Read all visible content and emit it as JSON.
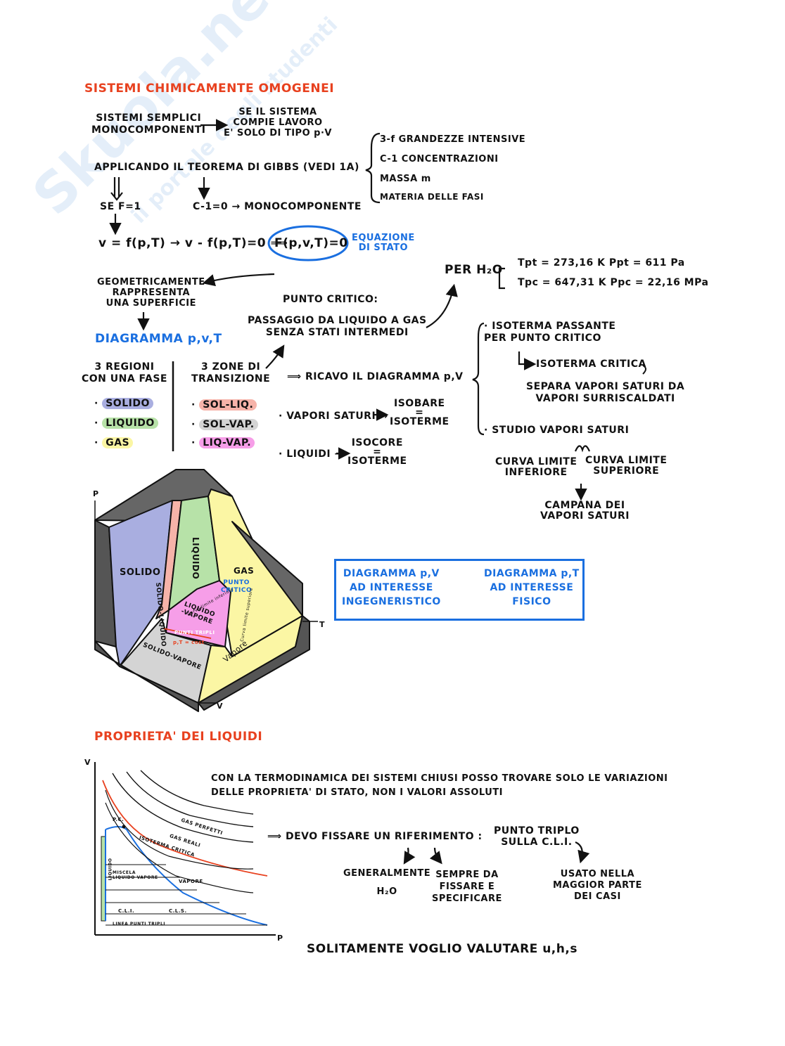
{
  "section1": {
    "title": "SISTEMI CHIMICAMENTE OMOGENEI",
    "sistemi_semplici": "SISTEMI SEMPLICI\nMONOCOMPONENTI",
    "se_sistema": "SE IL SISTEMA\nCOMPIE LAVORO\nE' SOLO DI TIPO p·V",
    "gibbs": "APPLICANDO IL TEOREMA DI GIBBS (VEDI 1A)",
    "brace_items": [
      "3-f GRANDEZZE INTENSIVE",
      "C-1 CONCENTRAZIONI",
      "MASSA m",
      "MATERIA DELLE FASI"
    ],
    "se_f": "SE F=1",
    "c1": "C-1=0 → MONOCOMPONENTE",
    "equation": "v = f(p,T) → v - f(p,T)=0 ⟹",
    "equation_boxed": "F(p,v,T)=0",
    "equazione_stato": "EQUAZIONE\nDI STATO",
    "geometricamente": "GEOMETRICAMENTE\nRAPPRESENTA\nUNA SUPERFICIE",
    "diagramma_pvt": "DIAGRAMMA p,v,T",
    "punto_critico": "PUNTO CRITICO:",
    "passaggio": "PASSAGGIO DA LIQUIDO A GAS\nSENZA STATI INTERMEDI",
    "per_h2o": "PER H₂O",
    "tpt": "Tpt = 273,16 K   Ppt = 611 Pa",
    "tpc": "Tpc = 647,31 K   Ppc = 22,16 MPa",
    "regioni": "3 REGIONI\nCON UNA FASE",
    "zone": "3 ZONE DI\nTRANSIZIONE",
    "fasi": [
      "SOLIDO",
      "LIQUIDO",
      "GAS"
    ],
    "transizioni": [
      "SOL-LIQ.",
      "SOL-VAP.",
      "LIQ-VAP."
    ],
    "ricavo": "⟹ RICAVO IL DIAGRAMMA p,V",
    "vapori_saturi": "· VAPORI SATURI →",
    "isobare": "ISOBARE\n=\nISOTERME",
    "liquidi": "· LIQUIDI →",
    "isocore": "ISOCORE\n=\nISOTERME",
    "isoterma_passante": "· ISOTERMA PASSANTE\nPER PUNTO CRITICO",
    "isoterma_critica": "ISOTERMA CRITICA",
    "separa": "SEPARA VAPORI SATURI DA\nVAPORI SURRISCALDATI",
    "studio": "· STUDIO VAPORI SATURI",
    "curva_inf": "CURVA LIMITE\nINFERIORE",
    "curva_sup": "CURVA LIMITE\nSUPERIORE",
    "campana": "CAMPANA DEI\nVAPORI SATURI",
    "diag3d": {
      "axis_p": "P",
      "axis_t": "T",
      "axis_v": "V",
      "solido": "SOLIDO",
      "solido_liquido": "SOLIDO-LIQUIDO",
      "liquido": "LIQUIDO",
      "gas": "GAS",
      "punto_critico": "PUNTO\nCRITICO",
      "liquido_vapore": "LIQUIDO\n-VAPORE",
      "punti_tripli": "PUNTI TRIPLI",
      "pt_cost": "p,T = cost",
      "solido_vapore": "SOLIDO-VAPORE",
      "vapore": "Vapore",
      "curva_inf": "Curva limite inferiore",
      "curva_sup": "Curva limite superiore"
    },
    "box_left": "DIAGRAMMA p,V\nAD INTERESSE\nINGEGNERISTICO",
    "box_right": "DIAGRAMMA p,T\nAD INTERESSE\nFISICO"
  },
  "section2": {
    "title": "PROPRIETA' DEI LIQUIDI",
    "con_la": "CON LA TERMODINAMICA DEI SISTEMI CHIUSI POSSO TROVARE SOLO LE VARIAZIONI\nDELLE PROPRIETA' DI STATO, NON I VALORI ASSOLUTI",
    "devo": "⟹ DEVO FISSARE UN RIFERIMENTO :",
    "punto_triplo": "PUNTO TRIPLO\nSULLA C.L.I.",
    "generalmente": "GENERALMENTE\n\nH₂O",
    "sempre": "SEMPRE DA\nFISSARE E\nSPECIFICARE",
    "usato": "USATO NELLA\nMAGGIOR PARTE\nDEI CASI",
    "solitamente": "SOLITAMENTE VOGLIO VALUTARE u,h,s",
    "chart": {
      "axis_v": "V",
      "axis_p": "P",
      "pc": "P.C.",
      "gas_perfetti": "GAS PERFETTI",
      "gas_reali": "GAS REALI",
      "isoterma_critica": "ISOTERMA CRITICA",
      "liquido": "LIQUIDO",
      "miscela": "MISCELA\nLIQUIDO-VAPORE",
      "vapore": "VAPORE",
      "cli": "C.L.I.",
      "cls": "C.L.S.",
      "linea": "LINEA PUNTI TRIPLI"
    }
  },
  "watermark": {
    "line1": "Skuola.net",
    "line2": "il portale degli studenti"
  },
  "colors": {
    "red": "#e8411f",
    "blue": "#1a6fe0",
    "solid": "#a9aee0",
    "liquid": "#b7e2a8",
    "gas": "#fbf6a4",
    "sol_liq": "#f6b3a9",
    "sol_vap": "#d4d4d4",
    "liq_vap": "#f69ee8"
  }
}
